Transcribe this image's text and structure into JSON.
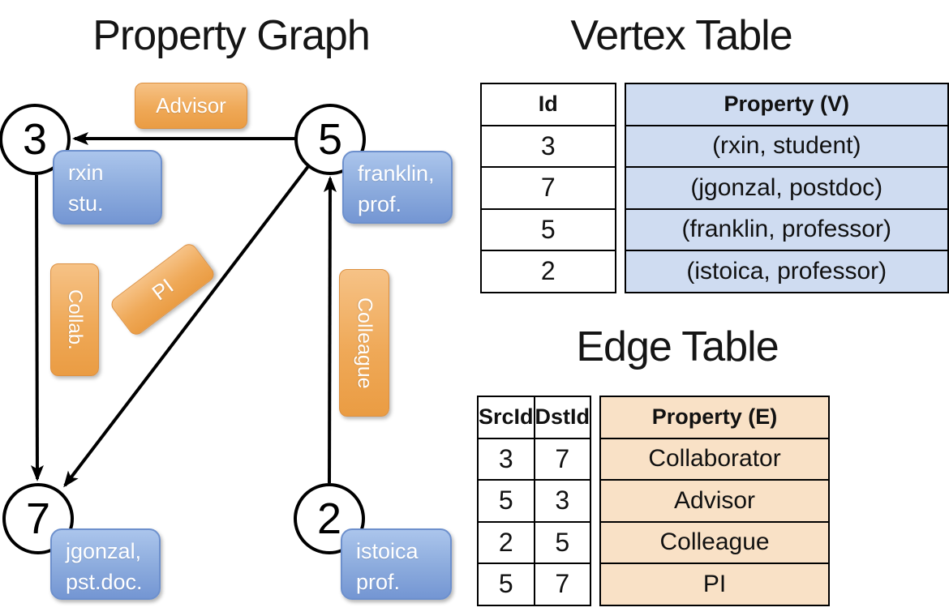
{
  "titles": {
    "graph": "Property Graph",
    "vertex_table": "Vertex Table",
    "edge_table": "Edge Table"
  },
  "graph": {
    "nodes": [
      {
        "id": "3"
      },
      {
        "id": "5"
      },
      {
        "id": "7"
      },
      {
        "id": "2"
      }
    ],
    "vertex_boxes": [
      {
        "line1": "rxin",
        "line2": "stu."
      },
      {
        "line1": "franklin,",
        "line2": "prof."
      },
      {
        "line1": "jgonzal,",
        "line2": "pst.doc."
      },
      {
        "line1": "istoica",
        "line2": "prof."
      }
    ],
    "edge_labels": [
      {
        "label": "Advisor"
      },
      {
        "label": "Collab."
      },
      {
        "label": "PI"
      },
      {
        "label": "Colleague"
      }
    ]
  },
  "vertex_table": {
    "headers": {
      "id": "Id",
      "property": "Property (V)"
    },
    "rows": [
      {
        "id": "3",
        "property": "(rxin, student)"
      },
      {
        "id": "7",
        "property": "(jgonzal, postdoc)"
      },
      {
        "id": "5",
        "property": "(franklin, professor)"
      },
      {
        "id": "2",
        "property": "(istoica, professor)"
      }
    ]
  },
  "edge_table": {
    "headers": {
      "src": "SrcId",
      "dst": "DstId",
      "property": "Property (E)"
    },
    "rows": [
      {
        "src": "3",
        "dst": "7",
        "property": "Collaborator"
      },
      {
        "src": "5",
        "dst": "3",
        "property": "Advisor"
      },
      {
        "src": "2",
        "dst": "5",
        "property": "Colleague"
      },
      {
        "src": "5",
        "dst": "7",
        "property": "PI"
      }
    ]
  },
  "colors": {
    "edge_label_fill": "#efa958",
    "edge_label_border": "#dd9040",
    "vertex_box_fill": "#8eadde",
    "vertex_box_border": "#6d90cd",
    "vertex_column_fill": "#cfdcf1",
    "edge_column_fill": "#f9e1c6",
    "line": "#000000",
    "text_on_boxes": "#ffffff"
  }
}
